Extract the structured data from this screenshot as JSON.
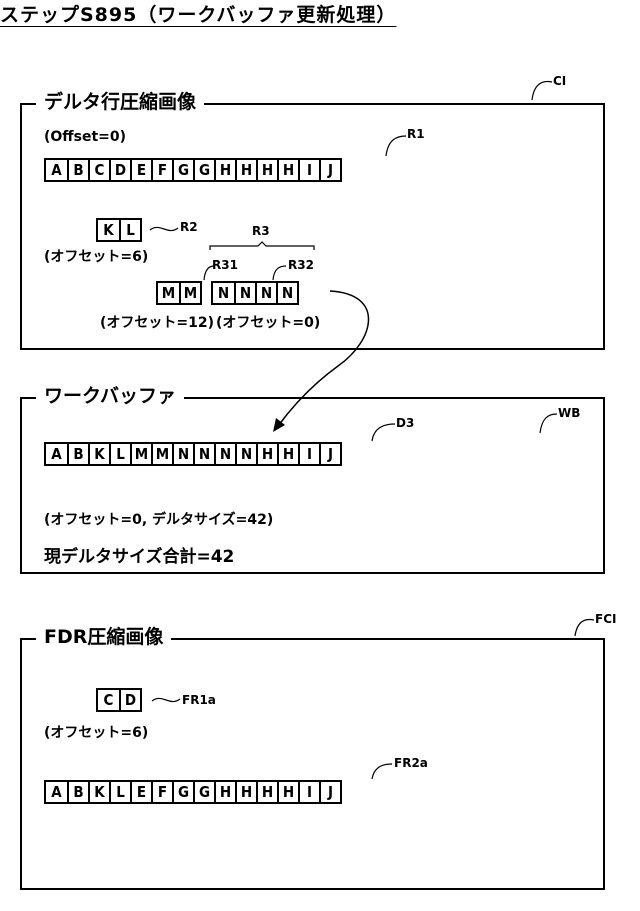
{
  "title": "ステップS895（ワークバッファ更新処理）",
  "ci": {
    "ref": "CI",
    "title": "デルタ行圧縮画像",
    "offset_label": "(Offset=0)",
    "r1": {
      "ref": "R1",
      "cells": [
        "A",
        "B",
        "C",
        "D",
        "E",
        "F",
        "G",
        "G",
        "H",
        "H",
        "H",
        "H",
        "I",
        "J"
      ]
    },
    "r2": {
      "ref": "R2",
      "cells": [
        "K",
        "L"
      ],
      "offset": "(オフセット=6)"
    },
    "r3": {
      "ref": "R3"
    },
    "r31": {
      "ref": "R31",
      "cells": [
        "M",
        "M"
      ],
      "offset": "(オフセット=12)"
    },
    "r32": {
      "ref": "R32",
      "cells": [
        "N",
        "N",
        "N",
        "N"
      ],
      "offset": "(オフセット=0)"
    }
  },
  "wb": {
    "ref": "WB",
    "title": "ワークバッファ",
    "d3": {
      "ref": "D3",
      "cells": [
        "A",
        "B",
        "K",
        "L",
        "M",
        "M",
        "N",
        "N",
        "N",
        "N",
        "H",
        "H",
        "I",
        "J"
      ]
    },
    "info": "(オフセット=0,  デルタサイズ=42)",
    "total": "現デルタサイズ合計=42"
  },
  "fci": {
    "ref": "FCI",
    "title": "FDR圧縮画像",
    "fr1a": {
      "ref": "FR1a",
      "cells": [
        "C",
        "D"
      ],
      "offset": "(オフセット=6)"
    },
    "fr2a": {
      "ref": "FR2a",
      "cells": [
        "A",
        "B",
        "K",
        "L",
        "E",
        "F",
        "G",
        "G",
        "H",
        "H",
        "H",
        "H",
        "I",
        "J"
      ]
    }
  }
}
